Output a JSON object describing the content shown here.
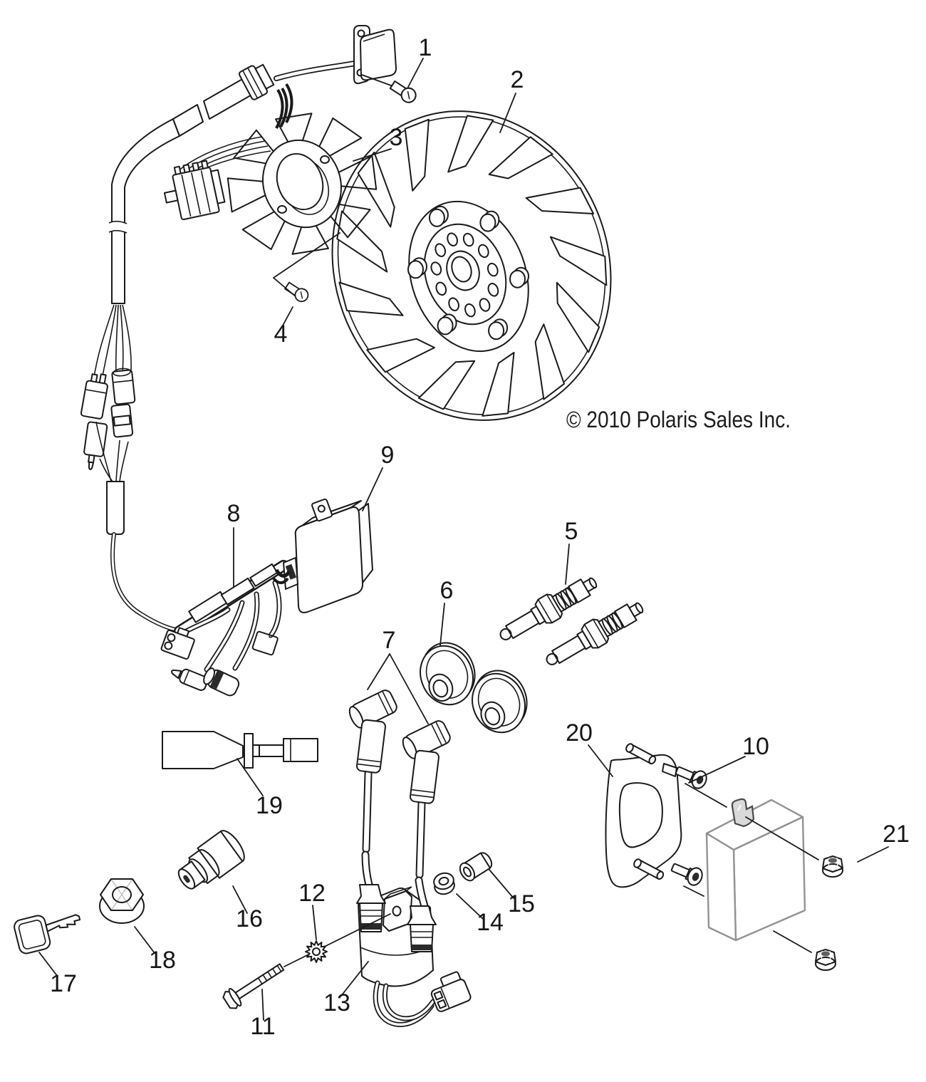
{
  "copyright_notice": "© 2010 Polaris Sales Inc.",
  "callouts": [
    "1",
    "2",
    "3",
    "4",
    "5",
    "6",
    "7",
    "8",
    "9",
    "10",
    "11",
    "12",
    "13",
    "14",
    "15",
    "16",
    "17",
    "18",
    "19",
    "20",
    "21"
  ],
  "colors": {
    "line": "#1a1a1a",
    "ghost_part": "#929292",
    "background": "#ffffff"
  }
}
